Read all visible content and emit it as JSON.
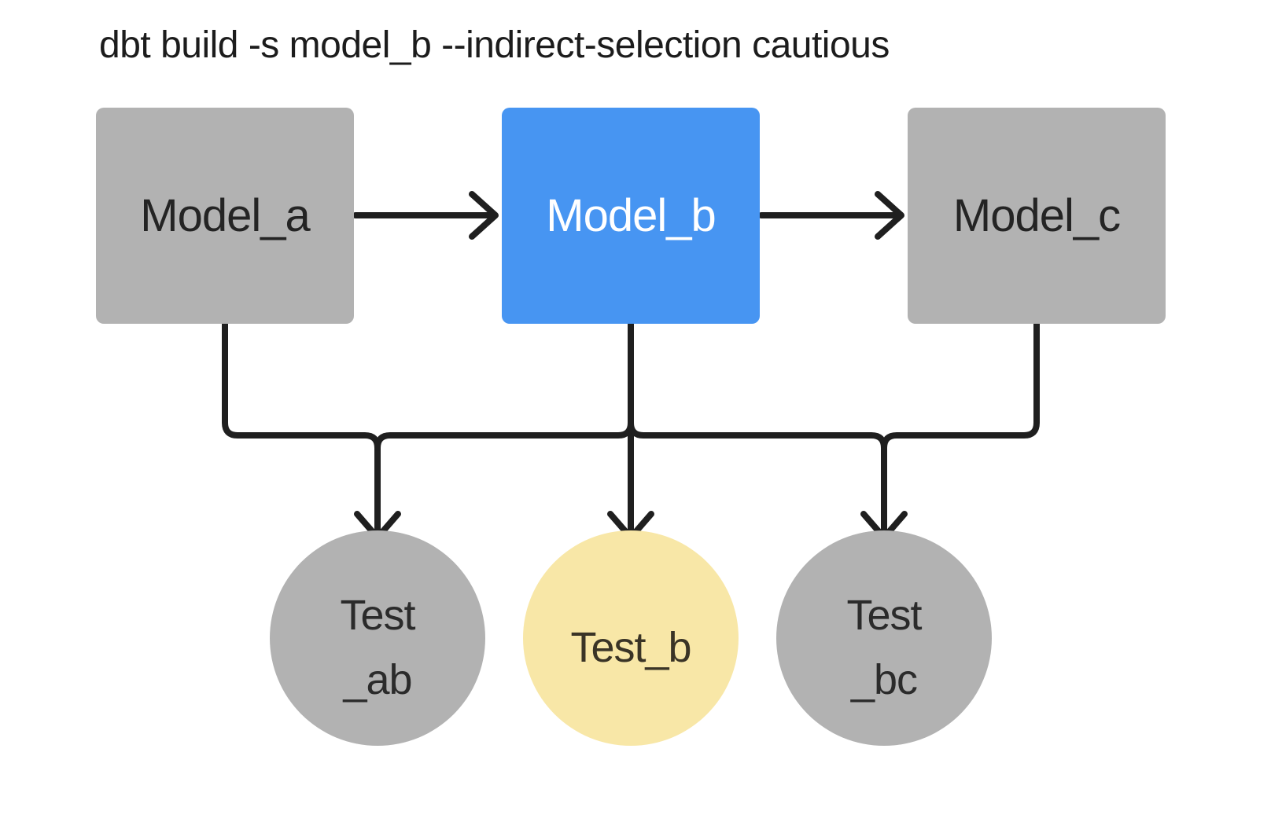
{
  "title": "dbt build -s model_b --indirect-selection cautious",
  "colors": {
    "background": "#ffffff",
    "edge": "#1f1f1f",
    "model_unselected": "#b2b2b2",
    "model_selected": "#4795f2",
    "test_unselected": "#b2b2b2",
    "test_indirect_selected": "#f8e7a7",
    "text_dark": "#242424",
    "text_light": "#ffffff"
  },
  "models": [
    {
      "id": "model_a",
      "label": "Model_a",
      "color": "#b2b2b2",
      "text_color": "#242424"
    },
    {
      "id": "model_b",
      "label": "Model_b",
      "color": "#4795f2",
      "text_color": "#ffffff"
    },
    {
      "id": "model_c",
      "label": "Model_c",
      "color": "#b2b2b2",
      "text_color": "#242424"
    }
  ],
  "tests": [
    {
      "id": "test_ab",
      "lines": [
        "Test",
        "_ab"
      ],
      "color": "#b2b2b2",
      "text_color": "#2b2b2b"
    },
    {
      "id": "test_b",
      "lines": [
        "Test_b"
      ],
      "color": "#f8e7a7",
      "text_color": "#3a3426"
    },
    {
      "id": "test_bc",
      "lines": [
        "Test",
        "_bc"
      ],
      "color": "#b2b2b2",
      "text_color": "#2b2b2b"
    }
  ],
  "edges": [
    {
      "from": "model_a",
      "to": "model_b"
    },
    {
      "from": "model_b",
      "to": "model_c"
    },
    {
      "from": "model_a",
      "to": "test_ab"
    },
    {
      "from": "model_b",
      "to": "test_ab"
    },
    {
      "from": "model_b",
      "to": "test_b"
    },
    {
      "from": "model_b",
      "to": "test_bc"
    },
    {
      "from": "model_c",
      "to": "test_bc"
    }
  ]
}
